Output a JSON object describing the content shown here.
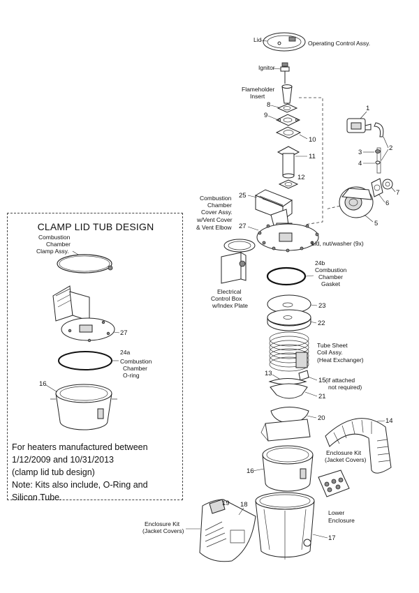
{
  "inset": {
    "title": "CLAMP LID TUB DESIGN",
    "labels": {
      "clamp_line1": "Combustion",
      "clamp_line2": "Chamber",
      "clamp_line3": "Clamp Assy.",
      "n27": "27",
      "n24a": "24a",
      "oring_line1": "Combustion",
      "oring_line2": "Chamber",
      "oring_line3": "O-ring",
      "n16": "16"
    },
    "note": {
      "line1": "For heaters manufactured between",
      "line2": "1/12/2009 and 10/31/2013",
      "line3": "(clamp lid tub design)",
      "line4": "Note: Kits also include, O-Ring and",
      "line5": "Silicon Tube."
    }
  },
  "labels": {
    "lid": "Lid",
    "operating_control": "Operating Control Assy.",
    "ignitor": "Ignitor",
    "flameholder_1": "Flameholder",
    "flameholder_2": "Insert",
    "n8": "8",
    "n9": "9",
    "n10": "10",
    "n11": "11",
    "n12": "12",
    "n1": "1",
    "n2": "2",
    "n3": "3",
    "n4": "4",
    "n5": "5",
    "n6": "6",
    "n7": "7",
    "n25": "25",
    "n27": "27",
    "cover_1": "Combustion",
    "cover_2": "Chamber",
    "cover_3": "Cover Assy.",
    "cover_4": "w/Vent Cover",
    "cover_5": "& Vent Elbow",
    "lid_nut": "Lid, nut/washer (9x)",
    "n24b": "24b",
    "gasket_1": "Combustion",
    "gasket_2": "Chamber",
    "gasket_3": "Gasket",
    "elec_1": "Electrical",
    "elec_2": "Control Box",
    "elec_3": "w/Index Plate",
    "n23": "23",
    "n22": "22",
    "coil_1": "Tube Sheet",
    "coil_2": "Coil Assy.",
    "coil_3": "(Heat Exchanger)",
    "n13": "13",
    "n15": "15",
    "if_attached_1": "(if attached",
    "if_attached_2": "not required)",
    "n21": "21",
    "n20": "20",
    "n14": "14",
    "jacket_r1": "Enclosure Kit",
    "jacket_r2": "(Jacket Covers)",
    "n16": "16",
    "n19": "19",
    "n18": "18",
    "jacket_l1": "Enclosure Kit",
    "jacket_l2": "(Jacket Covers)",
    "lower_1": "Lower",
    "lower_2": "Enclosure",
    "n17": "17"
  }
}
